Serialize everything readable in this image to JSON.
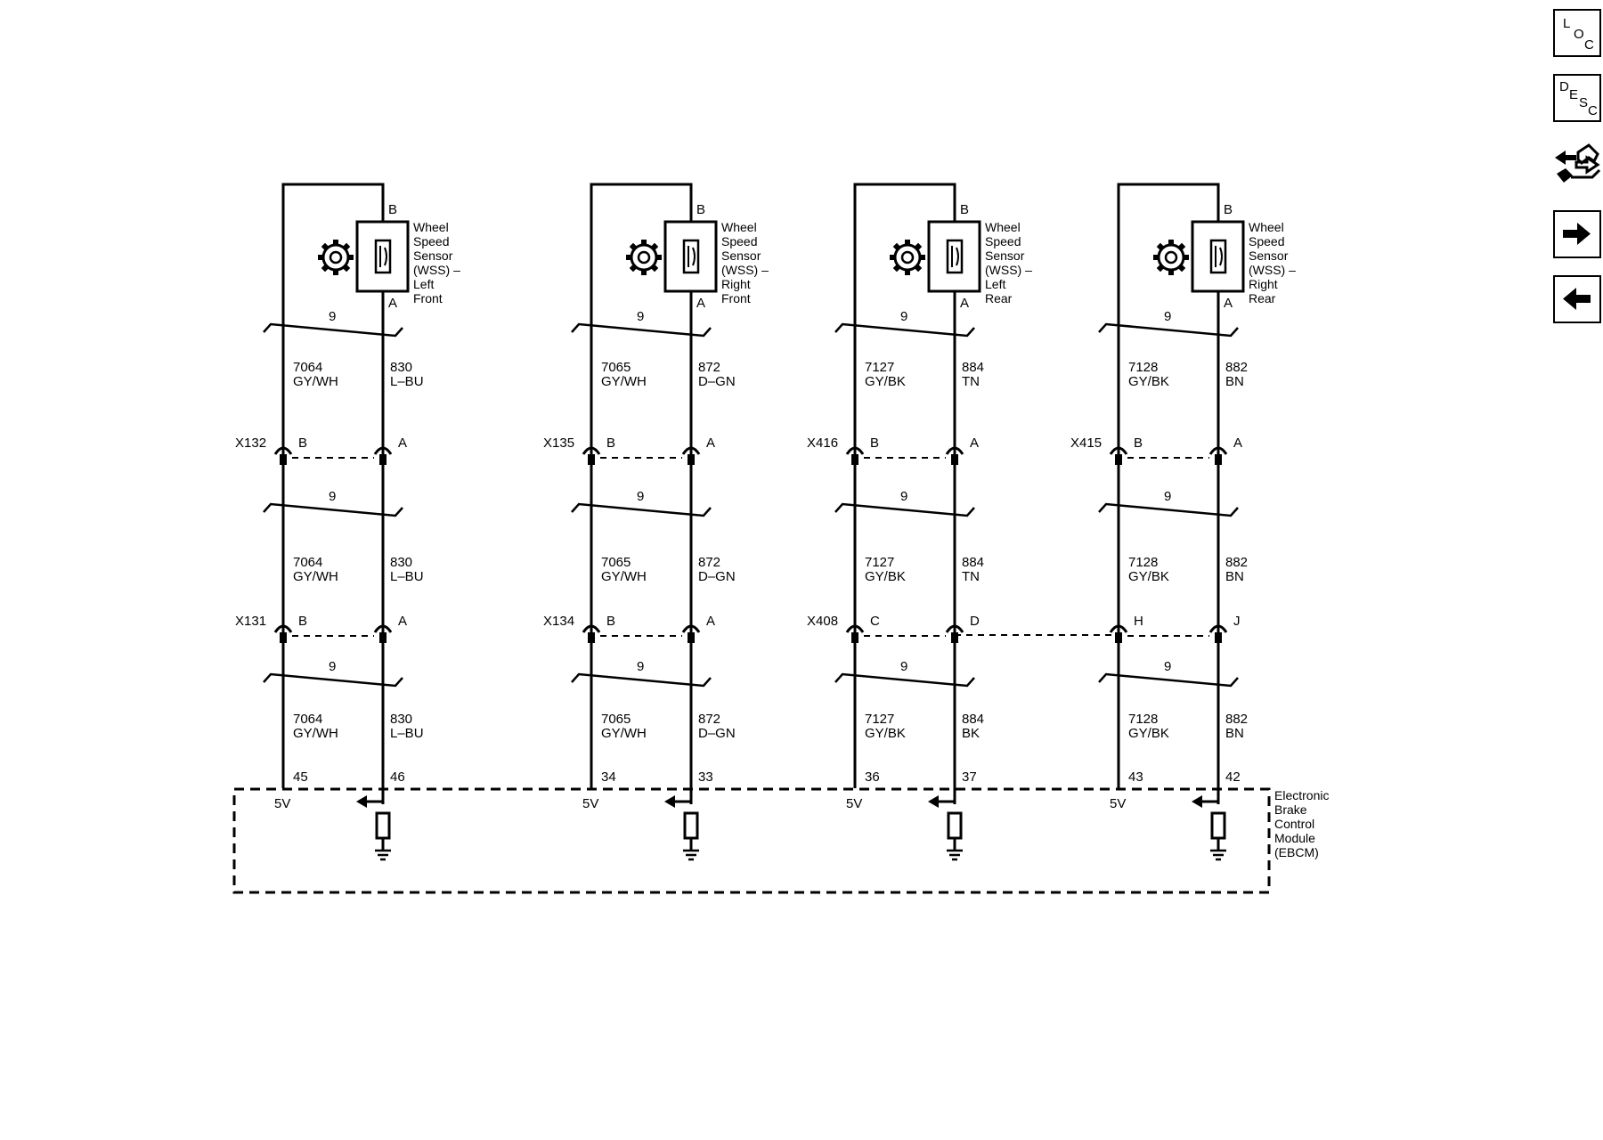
{
  "columns": [
    {
      "sensor": {
        "name": "Wheel Speed Sensor (WSS) - Left Front",
        "lines": [
          "Wheel",
          "Speed",
          "Sensor",
          "(WSS) –",
          "Left",
          "Front"
        ],
        "pin_top": "B",
        "pin_bottom": "A"
      },
      "segments": [
        {
          "circuit_left": "7064",
          "color_left": "GY/WH",
          "circuit_right": "830",
          "color_right": "L–BU",
          "gauge": "9"
        },
        {
          "circuit_left": "7064",
          "color_left": "GY/WH",
          "circuit_right": "830",
          "color_right": "L–BU",
          "gauge": "9"
        },
        {
          "circuit_left": "7064",
          "color_left": "GY/WH",
          "circuit_right": "830",
          "color_right": "L–BU",
          "gauge": "9"
        }
      ],
      "connectors": [
        {
          "id": "X132",
          "pin_left": "B",
          "pin_right": "A"
        },
        {
          "id": "X131",
          "pin_left": "B",
          "pin_right": "A"
        }
      ],
      "module_pins": {
        "left": "45",
        "right": "46"
      },
      "supply": "5V"
    },
    {
      "sensor": {
        "name": "Wheel Speed Sensor (WSS) - Right Front",
        "lines": [
          "Wheel",
          "Speed",
          "Sensor",
          "(WSS) –",
          "Right",
          "Front"
        ],
        "pin_top": "B",
        "pin_bottom": "A"
      },
      "segments": [
        {
          "circuit_left": "7065",
          "color_left": "GY/WH",
          "circuit_right": "872",
          "color_right": "D–GN",
          "gauge": "9"
        },
        {
          "circuit_left": "7065",
          "color_left": "GY/WH",
          "circuit_right": "872",
          "color_right": "D–GN",
          "gauge": "9"
        },
        {
          "circuit_left": "7065",
          "color_left": "GY/WH",
          "circuit_right": "872",
          "color_right": "D–GN",
          "gauge": "9"
        }
      ],
      "connectors": [
        {
          "id": "X135",
          "pin_left": "B",
          "pin_right": "A"
        },
        {
          "id": "X134",
          "pin_left": "B",
          "pin_right": "A"
        }
      ],
      "module_pins": {
        "left": "34",
        "right": "33"
      },
      "supply": "5V"
    },
    {
      "sensor": {
        "name": "Wheel Speed Sensor (WSS) - Left Rear",
        "lines": [
          "Wheel",
          "Speed",
          "Sensor",
          "(WSS) –",
          "Left",
          "Rear"
        ],
        "pin_top": "B",
        "pin_bottom": "A"
      },
      "segments": [
        {
          "circuit_left": "7127",
          "color_left": "GY/BK",
          "circuit_right": "884",
          "color_right": "TN",
          "gauge": "9"
        },
        {
          "circuit_left": "7127",
          "color_left": "GY/BK",
          "circuit_right": "884",
          "color_right": "TN",
          "gauge": "9"
        },
        {
          "circuit_left": "7127",
          "color_left": "GY/BK",
          "circuit_right": "884",
          "color_right": "BK",
          "gauge": "9"
        }
      ],
      "connectors": [
        {
          "id": "X416",
          "pin_left": "B",
          "pin_right": "A"
        },
        {
          "id": "X408",
          "pin_left": "C",
          "pin_right": "D"
        }
      ],
      "module_pins": {
        "left": "36",
        "right": "37"
      },
      "supply": "5V"
    },
    {
      "sensor": {
        "name": "Wheel Speed Sensor (WSS) - Right Rear",
        "lines": [
          "Wheel",
          "Speed",
          "Sensor",
          "(WSS) –",
          "Right",
          "Rear"
        ],
        "pin_top": "B",
        "pin_bottom": "A"
      },
      "segments": [
        {
          "circuit_left": "7128",
          "color_left": "GY/BK",
          "circuit_right": "882",
          "color_right": "BN",
          "gauge": "9"
        },
        {
          "circuit_left": "7128",
          "color_left": "GY/BK",
          "circuit_right": "882",
          "color_right": "BN",
          "gauge": "9"
        },
        {
          "circuit_left": "7128",
          "color_left": "GY/BK",
          "circuit_right": "882",
          "color_right": "BN",
          "gauge": "9"
        }
      ],
      "connectors": [
        {
          "id": "X415",
          "pin_left": "B",
          "pin_right": "A"
        },
        {
          "id": "",
          "pin_left": "H",
          "pin_right": "J"
        }
      ],
      "module_pins": {
        "left": "43",
        "right": "42"
      },
      "supply": "5V"
    }
  ],
  "module": {
    "name": "Electronic Brake Control Module (EBCM)",
    "lines": [
      "Electronic",
      "Brake",
      "Control",
      "Module",
      "(EBCM)"
    ]
  },
  "nav": {
    "loc": {
      "letters": [
        "L",
        "O",
        "C"
      ],
      "icon": "loc-icon"
    },
    "desc": {
      "letters": [
        "D",
        "E",
        "S",
        "C"
      ],
      "icon": "desc-icon"
    },
    "connector_icon": "connector-icon",
    "next_icon": "arrow-right-icon",
    "prev_icon": "arrow-left-icon"
  }
}
